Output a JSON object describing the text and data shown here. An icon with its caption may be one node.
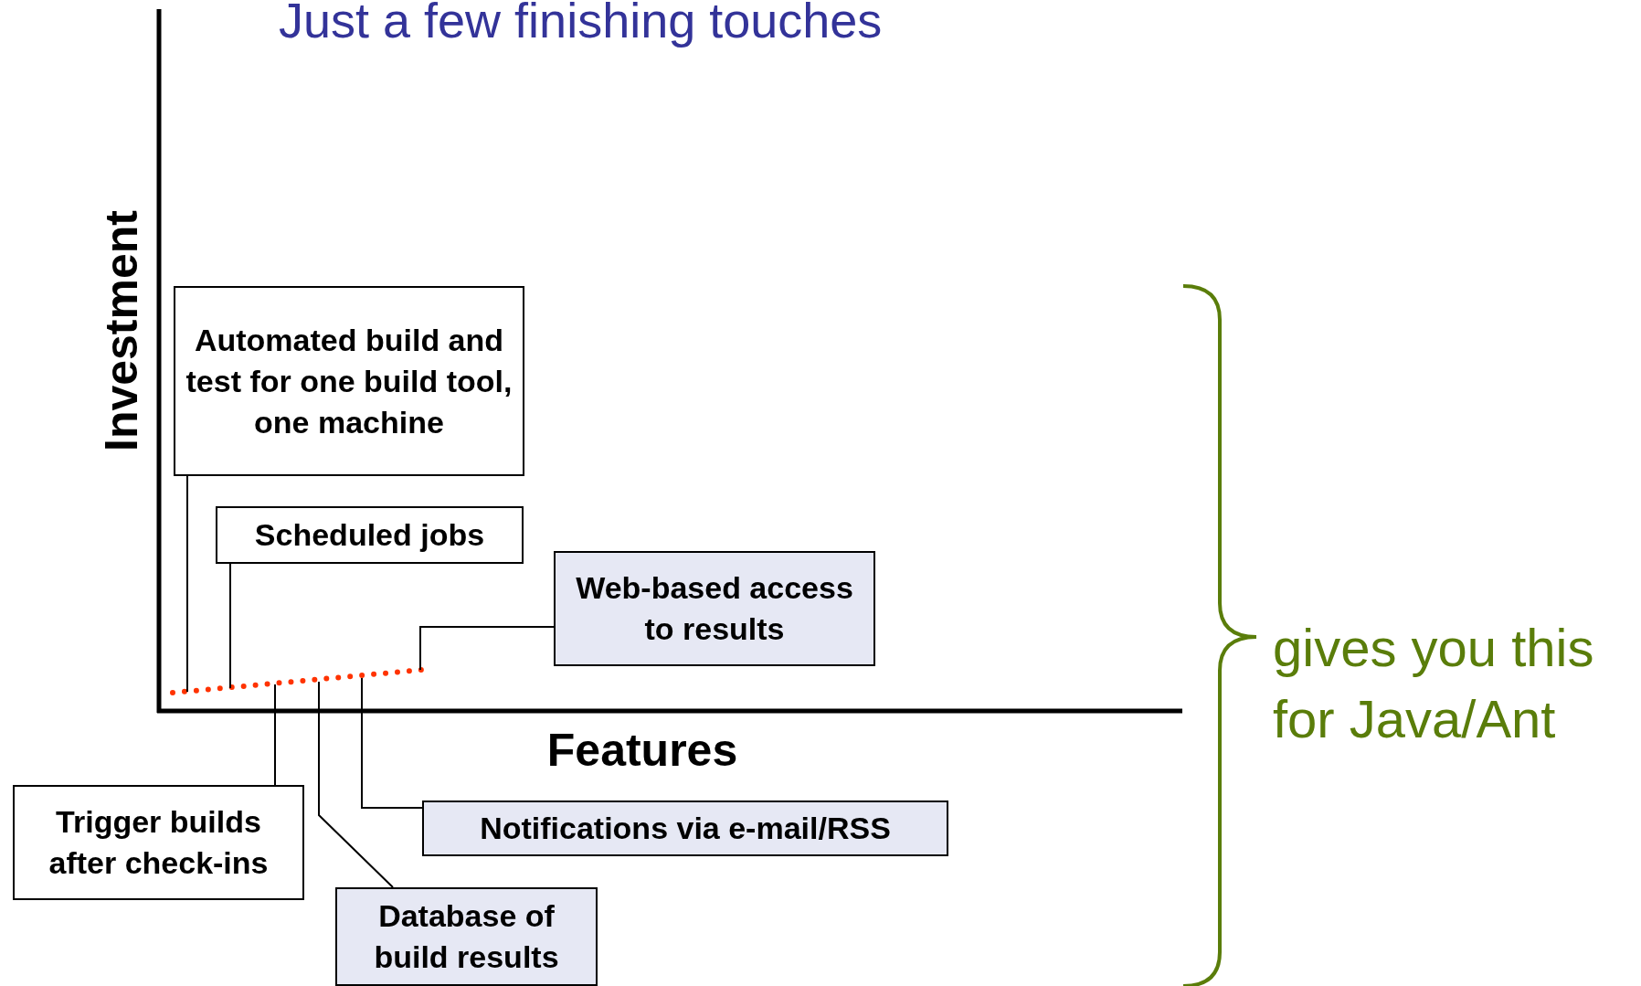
{
  "diagram": {
    "title": "Just a few finishing touches",
    "nodes": [
      {
        "text": [
          "Automated build and test for one build tool, one machine"
        ]
      },
      {
        "text": [
          "Scheduled jobs"
        ]
      },
      {
        "text": [
          "Web-based access to results"
        ]
      },
      {
        "text": [
          "Trigger builds after check-ins"
        ]
      },
      {
        "text": [
          "Notifications via e-mail/RSS"
        ]
      },
      {
        "text": [
          "Database of build results"
        ]
      }
    ],
    "edges": [
      {
        "from": 0,
        "to": null,
        "arrow": "none"
      },
      {
        "from": 1,
        "to": null,
        "arrow": "none"
      },
      {
        "from": 2,
        "to": null,
        "arrow": "none"
      },
      {
        "from": 3,
        "to": null,
        "arrow": "none"
      },
      {
        "from": 4,
        "to": null,
        "arrow": "none"
      },
      {
        "from": 5,
        "to": null,
        "arrow": "none"
      }
    ],
    "labels": [
      "Investment",
      "Features",
      "gives you this for Java/Ant"
    ]
  }
}
